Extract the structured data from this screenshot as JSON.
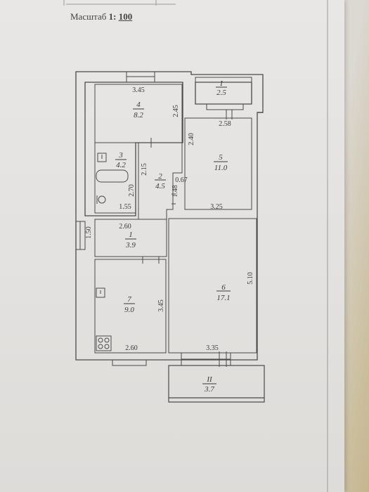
{
  "header": {
    "scale_label": "Масштаб",
    "scale_ratio": "1:",
    "scale_value": "100"
  },
  "rooms": [
    {
      "id": "1",
      "area": "3.9"
    },
    {
      "id": "2",
      "area": "4.5"
    },
    {
      "id": "3",
      "area": "4.2"
    },
    {
      "id": "4",
      "area": "8.2"
    },
    {
      "id": "5",
      "area": "11.0"
    },
    {
      "id": "6",
      "area": "17.1"
    },
    {
      "id": "7",
      "area": "9.0"
    },
    {
      "id": "I",
      "area": "2.5"
    },
    {
      "id": "II",
      "area": "3.7"
    }
  ],
  "dimensions": {
    "r4_width": "3.45",
    "r4_height": "2.45",
    "r5_top": "2.58",
    "r5_left": "2.40",
    "r5_bottom": "3.25",
    "r3_height": "2.70",
    "r3_width": "1.55",
    "r2_height": "2.15",
    "r2_small": "0.67",
    "r2_side": "1.48",
    "r1_width": "2.60",
    "r1_height": "1.50",
    "r7_height": "3.45",
    "r7_width": "2.60",
    "r6_height": "5.10",
    "r6_width": "3.35"
  },
  "colors": {
    "line": "#4a4a4a",
    "text": "#3a3a3a",
    "wall_fill": "#e3e1df"
  }
}
